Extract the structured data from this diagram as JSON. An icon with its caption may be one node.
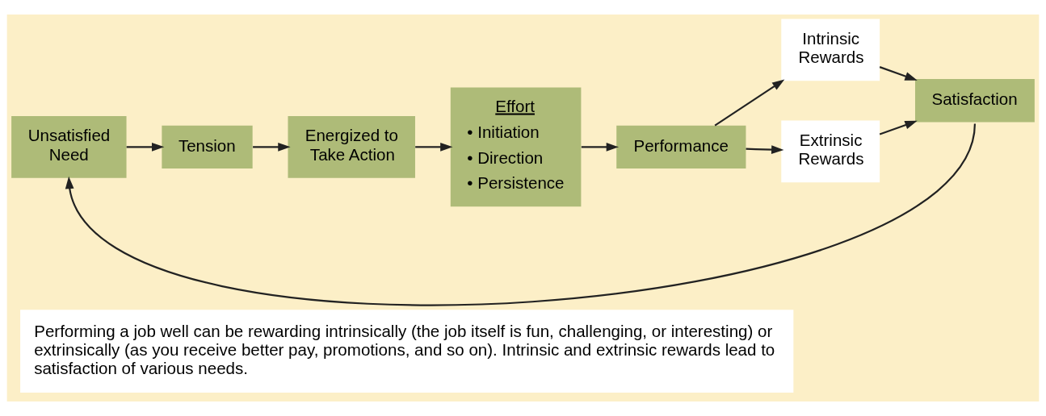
{
  "diagram": {
    "caption": "Performing a job well can be rewarding intrinsically (the job itself is fun, challenging, or interesting) or extrinsically (as you receive better pay, promotions, and so on). Intrinsic and extrinsic rewards lead to satisfaction of various needs.",
    "nodes": [
      {
        "text": [
          "Unsatisfied Need"
        ]
      },
      {
        "text": [
          "Tension"
        ]
      },
      {
        "text": [
          "Energized to Take Action"
        ]
      },
      {
        "text": [
          "Effort",
          "• Initiation",
          "• Direction",
          "• Persistence"
        ]
      },
      {
        "text": [
          "Performance"
        ]
      },
      {
        "text": [
          "Intrinsic Rewards"
        ]
      },
      {
        "text": [
          "Extrinsic Rewards"
        ]
      },
      {
        "text": [
          "Satisfaction"
        ]
      }
    ],
    "edges": [
      {
        "from": 0,
        "to": 1,
        "arrow": "to"
      },
      {
        "from": 1,
        "to": 2,
        "arrow": "to"
      },
      {
        "from": 2,
        "to": 3,
        "arrow": "to"
      },
      {
        "from": 3,
        "to": 4,
        "arrow": "to"
      },
      {
        "from": 4,
        "to": 5,
        "arrow": "to"
      },
      {
        "from": 4,
        "to": 6,
        "arrow": "to"
      },
      {
        "from": 5,
        "to": 7,
        "arrow": "to"
      },
      {
        "from": 6,
        "to": 7,
        "arrow": "to"
      },
      {
        "from": 7,
        "to": 0,
        "arrow": "to"
      }
    ]
  }
}
